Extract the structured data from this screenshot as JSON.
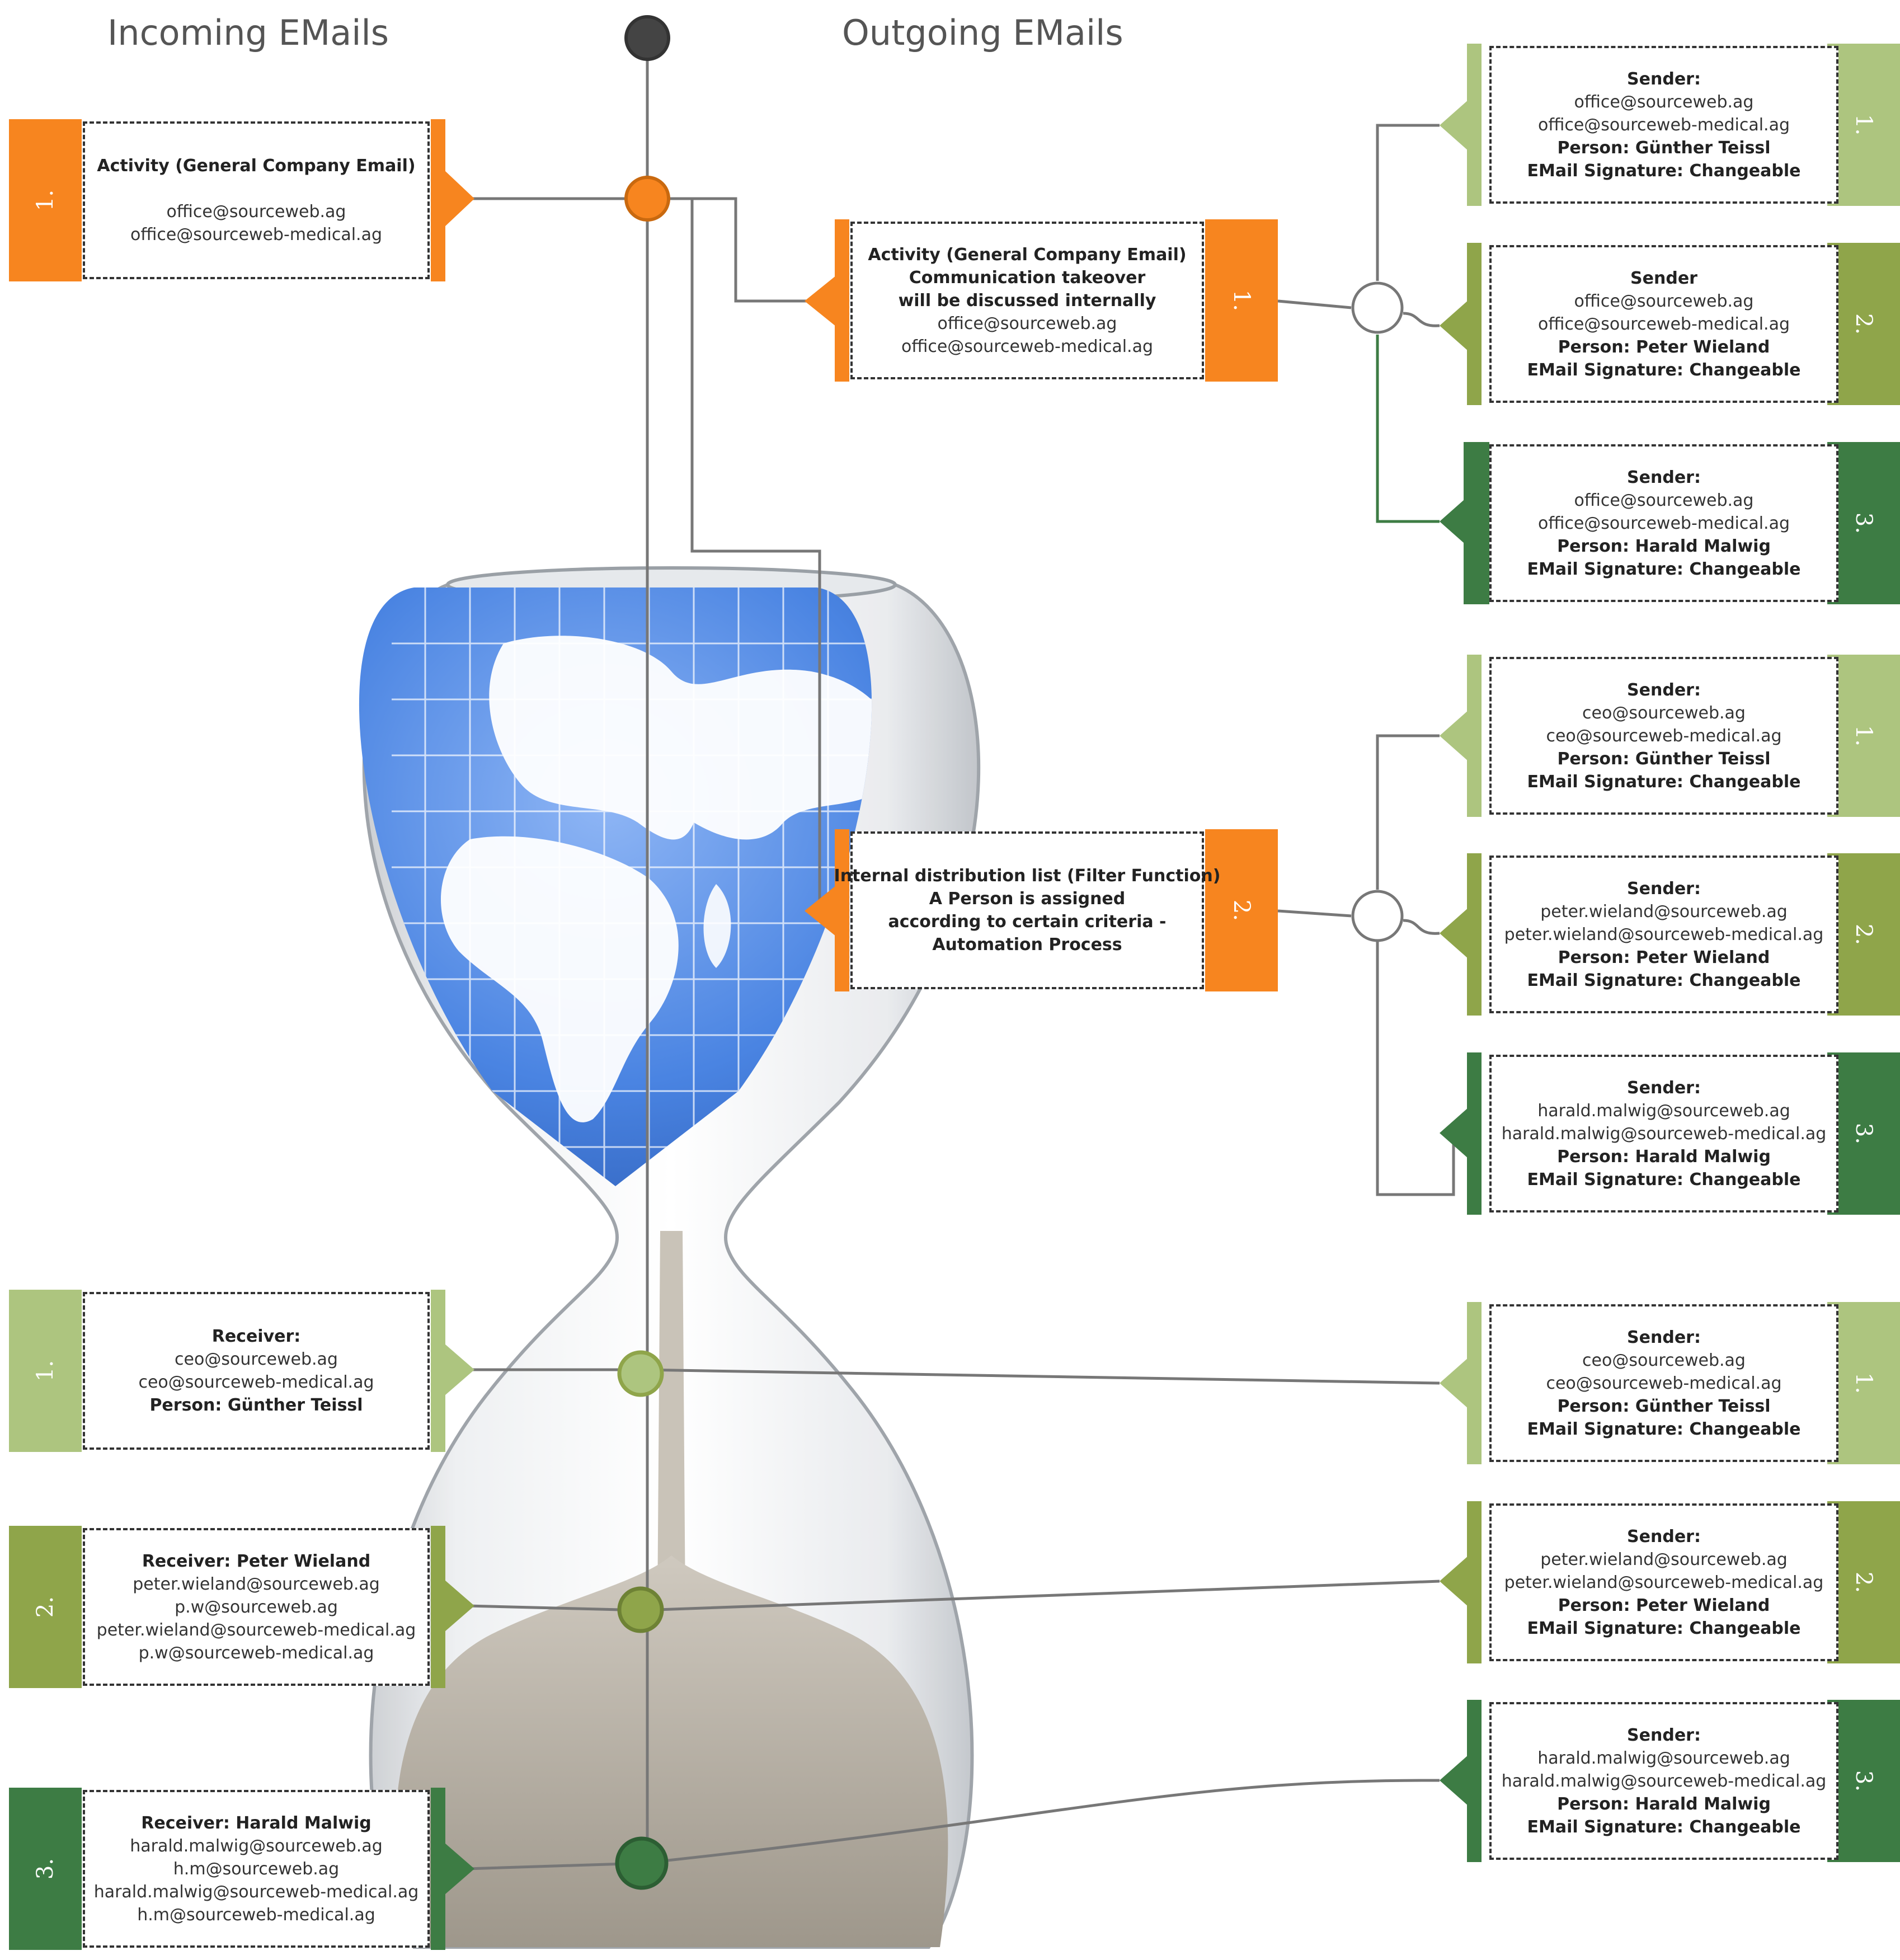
{
  "headings": {
    "incoming": "Incoming EMails",
    "outgoing": "Outgoing EMails"
  },
  "colors": {
    "orange": "#f7851f",
    "green_light": "#adc57f",
    "green_mid": "#8fa54a",
    "green_dark": "#3d7c44",
    "line_gray": "#777777",
    "start_node": "#444444",
    "branch_node": "#ffffff",
    "globe_blue": "#3f7ee0",
    "sand": "#b3aca0"
  },
  "icons": {
    "background_image": "hourglass-globe-illustration"
  },
  "incoming": {
    "activity": {
      "number": "1.",
      "lines": [
        "Activity (General Company Email)",
        "",
        "office@sourceweb.ag",
        "office@sourceweb-medical.ag"
      ]
    },
    "receivers": [
      {
        "number": "1.",
        "lines": [
          "Receiver:",
          "ceo@sourceweb.ag",
          "ceo@sourceweb-medical.ag",
          "Person: Günther Teissl"
        ]
      },
      {
        "number": "2.",
        "lines": [
          "Receiver: Peter Wieland",
          "peter.wieland@sourceweb.ag",
          "p.w@sourceweb.ag",
          "peter.wieland@sourceweb-medical.ag",
          "p.w@sourceweb-medical.ag"
        ]
      },
      {
        "number": "3.",
        "lines": [
          "Receiver: Harald Malwig",
          "harald.malwig@sourceweb.ag",
          "h.m@sourceweb.ag",
          "harald.malwig@sourceweb-medical.ag",
          "h.m@sourceweb-medical.ag"
        ]
      }
    ]
  },
  "outgoing": {
    "activities": [
      {
        "number": "1.",
        "lines": [
          "Activity (General Company Email)",
          "Communication takeover",
          "will be discussed internally",
          "office@sourceweb.ag",
          "office@sourceweb-medical.ag"
        ]
      },
      {
        "number": "2.",
        "lines": [
          "Internal distribution list (Filter Function)",
          "A Person is assigned",
          "according to certain criteria -",
          "Automation Process"
        ]
      }
    ],
    "sender_group_1": [
      {
        "number": "1.",
        "lines": [
          "Sender:",
          "office@sourceweb.ag",
          "office@sourceweb-medical.ag",
          "Person: Günther Teissl",
          "EMail Signature: Changeable"
        ]
      },
      {
        "number": "2.",
        "lines": [
          "Sender",
          "office@sourceweb.ag",
          "office@sourceweb-medical.ag",
          "Person: Peter Wieland",
          "EMail Signature: Changeable"
        ]
      },
      {
        "number": "3.",
        "lines": [
          "Sender:",
          "office@sourceweb.ag",
          "office@sourceweb-medical.ag",
          "Person: Harald Malwig",
          "EMail Signature: Changeable"
        ]
      }
    ],
    "sender_group_2": [
      {
        "number": "1.",
        "lines": [
          "Sender:",
          "ceo@sourceweb.ag",
          "ceo@sourceweb-medical.ag",
          "Person: Günther Teissl",
          "EMail Signature: Changeable"
        ]
      },
      {
        "number": "2.",
        "lines": [
          "Sender:",
          "peter.wieland@sourceweb.ag",
          "peter.wieland@sourceweb-medical.ag",
          "Person: Peter Wieland",
          "EMail Signature: Changeable"
        ]
      },
      {
        "number": "3.",
        "lines": [
          "Sender:",
          "harald.malwig@sourceweb.ag",
          "harald.malwig@sourceweb-medical.ag",
          "Person: Harald Malwig",
          "EMail Signature: Changeable"
        ]
      }
    ],
    "sender_group_3": [
      {
        "number": "1.",
        "lines": [
          "Sender:",
          "ceo@sourceweb.ag",
          "ceo@sourceweb-medical.ag",
          "Person: Günther Teissl",
          "EMail Signature: Changeable"
        ]
      },
      {
        "number": "2.",
        "lines": [
          "Sender:",
          "peter.wieland@sourceweb.ag",
          "peter.wieland@sourceweb-medical.ag",
          "Person: Peter Wieland",
          "EMail Signature: Changeable"
        ]
      },
      {
        "number": "3.",
        "lines": [
          "Sender:",
          "harald.malwig@sourceweb.ag",
          "harald.malwig@sourceweb-medical.ag",
          "Person: Harald Malwig",
          "EMail Signature: Changeable"
        ]
      }
    ]
  }
}
